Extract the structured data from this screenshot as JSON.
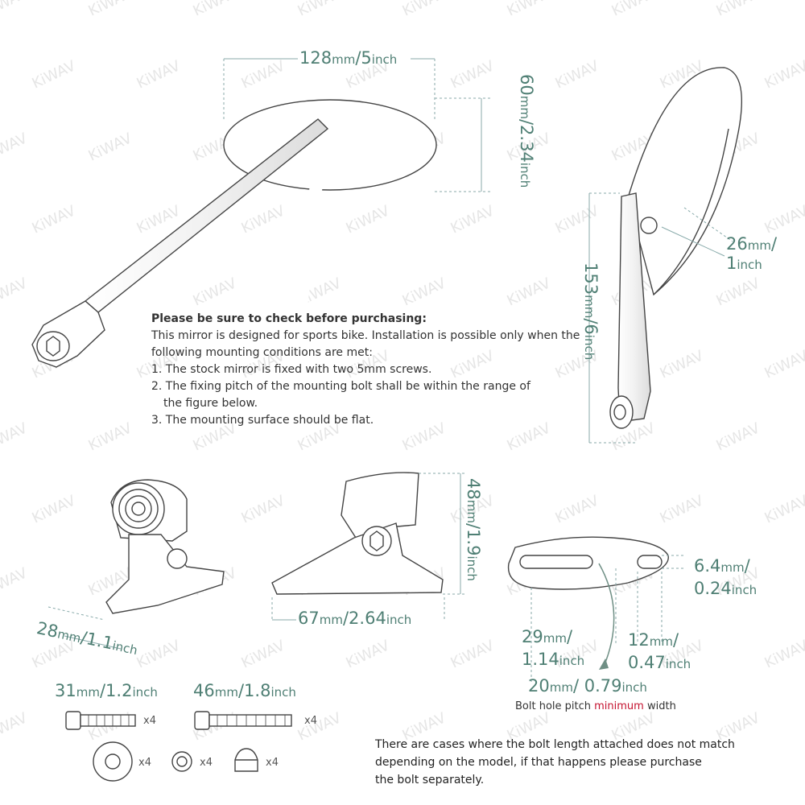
{
  "brand_watermark": "KiWAV",
  "dimensions": {
    "width_top": {
      "big": "128",
      "unit": "mm",
      "sep": "/",
      "big2": "5",
      "unit2": "inch"
    },
    "height_top": {
      "big": "60",
      "unit": "mm",
      "sep": "/",
      "big2": "2.34",
      "unit2": "inch"
    },
    "mirror_depth": {
      "big": "26",
      "unit": "mm",
      "sep": "/",
      "big2": "1",
      "unit2": "inch"
    },
    "total_height": {
      "big": "153",
      "unit": "mm",
      "sep": "/",
      "big2": "6",
      "unit2": "inch"
    },
    "base_width": {
      "big": "28",
      "unit": "mm",
      "sep": "/",
      "big2": "1.1",
      "unit2": "inch"
    },
    "base_height": {
      "big": "48",
      "unit": "mm",
      "sep": "/",
      "big2": "1.9",
      "unit2": "inch"
    },
    "base_length": {
      "big": "67",
      "unit": "mm",
      "sep": "/",
      "big2": "2.64",
      "unit2": "inch"
    },
    "slot_height": {
      "big": "6.4",
      "unit": "mm",
      "sep": "/",
      "big2": "0.24",
      "unit2": "inch"
    },
    "slot_left": {
      "big": "29",
      "unit": "mm",
      "sep": "/",
      "big2": "1.14",
      "unit2": "inch"
    },
    "slot_right": {
      "big": "12",
      "unit": "mm",
      "sep": "/",
      "big2": "0.47",
      "unit2": "inch"
    },
    "pitch": {
      "big": "20",
      "unit": "mm",
      "sep": "/ ",
      "big2": "0.79",
      "unit2": "inch"
    },
    "bolt_short": {
      "big": "31",
      "unit": "mm",
      "sep": "/",
      "big2": "1.2",
      "unit2": "inch"
    },
    "bolt_long": {
      "big": "46",
      "unit": "mm",
      "sep": "/",
      "big2": "1.8",
      "unit2": "inch"
    }
  },
  "notice": {
    "title": "Please be sure to check before purchasing:",
    "line1": "This mirror is designed for sports bike. Installation is possible only when the",
    "line2": "following mounting conditions are met:",
    "item1": "1. The stock mirror is fixed with two 5mm screws.",
    "item2a": "2. The fixing pitch of the mounting bolt shall be within the range of",
    "item2b": "the figure below.",
    "item3": "3. The mounting surface should be flat."
  },
  "caption": {
    "part1": "Bolt hole pitch ",
    "highlight": "minimum",
    "part2": " width"
  },
  "quantities": {
    "bolt_short": "x4",
    "bolt_long": "x4",
    "washer": "x4",
    "nut": "x4",
    "cap_nut": "x4"
  },
  "bottom_note": {
    "line1": "There are cases where the bolt length attached does not match",
    "line2": "depending on the model, if that happens please purchase",
    "line3": "the bolt separately."
  },
  "colors": {
    "dimension_text": "#4f7f74",
    "highlight": "#c4122f",
    "line": "#444444",
    "watermark": "#e6e6e6"
  }
}
